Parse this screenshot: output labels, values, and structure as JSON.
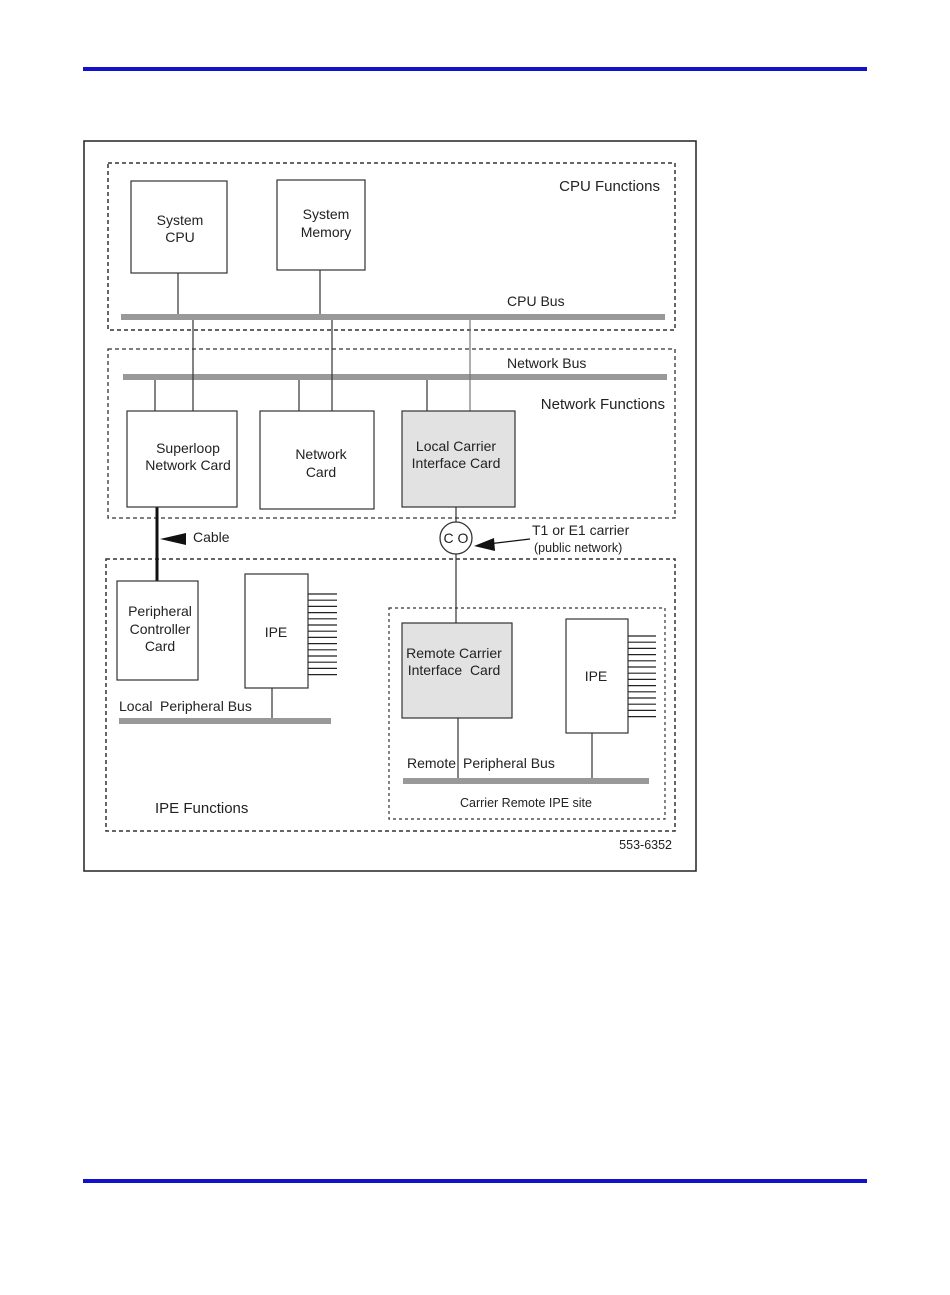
{
  "figure_id": "553-6352",
  "sections": {
    "cpu": "CPU Functions",
    "network": "Network Functions",
    "ipe": "IPE Functions",
    "remote_site": "Carrier Remote IPE site"
  },
  "buses": {
    "cpu": "CPU Bus",
    "network": "Network Bus",
    "local_a": "Local",
    "local_b": "Peripheral Bus",
    "remote_a": "Remote",
    "remote_b": "Peripheral Bus"
  },
  "cards": {
    "system_cpu": [
      "System",
      "CPU"
    ],
    "system_memory": [
      "System",
      "Memory"
    ],
    "superloop": [
      "Superloop",
      "Network Card"
    ],
    "network_card": [
      "Network",
      "Card"
    ],
    "local_carrier": [
      "Local Carrier",
      "Interface Card"
    ],
    "peripheral_controller": [
      "Peripheral",
      "Controller",
      "Card"
    ],
    "ipe_local": "IPE",
    "remote_carrier": [
      "Remote Carrier",
      "Interface  Card"
    ],
    "ipe_remote": "IPE"
  },
  "callouts": {
    "cable": "Cable",
    "co": "C O",
    "carrier": [
      "T1 or E1 carrier",
      "(public network)"
    ]
  },
  "colors": {
    "rule": "#1111cc",
    "bus": "#999999",
    "shaded_card": "#e2e2e2"
  }
}
